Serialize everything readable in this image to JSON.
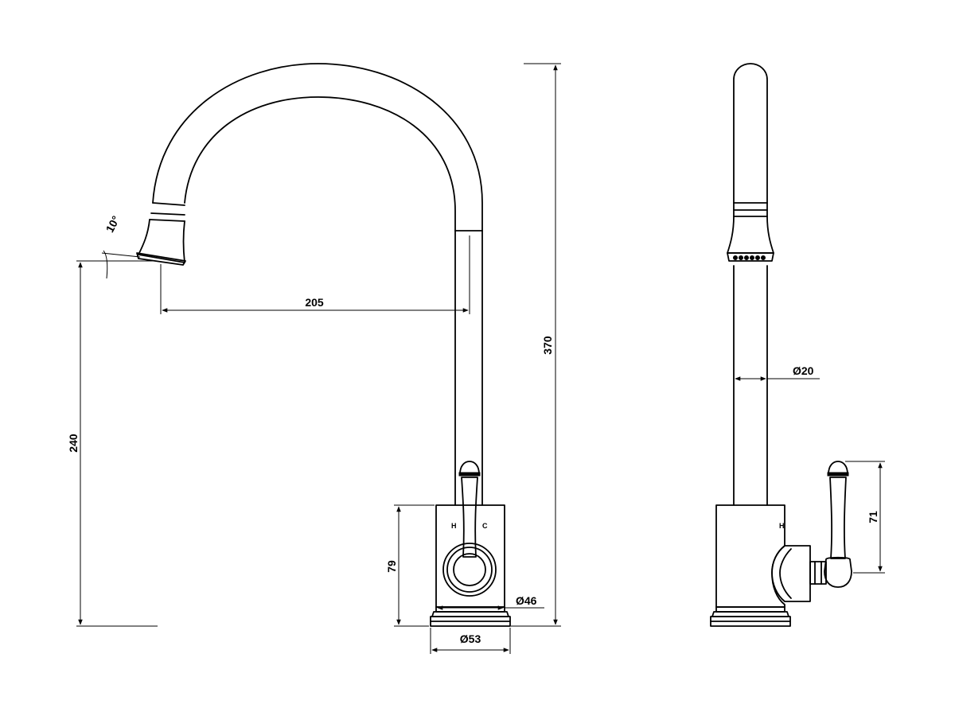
{
  "dimensions": {
    "spout_reach": "205",
    "spout_height": "240",
    "overall_height": "370",
    "body_height": "79",
    "body_diameter": "Ø46",
    "base_diameter": "Ø53",
    "spout_diameter": "Ø20",
    "lever_height": "71",
    "spout_angle": "10°"
  },
  "markings": {
    "hot": "H",
    "cold": "C",
    "side_mark": "H"
  }
}
